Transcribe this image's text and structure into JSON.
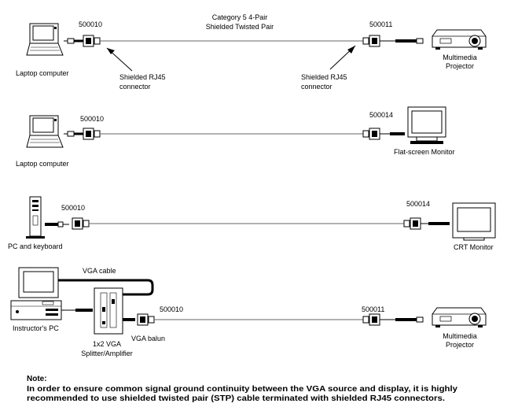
{
  "row1": {
    "device_left": "Laptop computer",
    "part_left": "500010",
    "cable_label_1": "Category 5 4-Pair",
    "cable_label_2": "Shielded Twisted Pair",
    "part_right": "500011",
    "device_right_1": "Multimedia",
    "device_right_2": "Projector",
    "connector_left_1": "Shielded RJ45",
    "connector_left_2": "connector",
    "connector_right_1": "Shielded RJ45",
    "connector_right_2": "connector"
  },
  "row2": {
    "device_left": "Laptop computer",
    "part_left": "500010",
    "part_right": "500014",
    "device_right": "Flat-screen Monitor"
  },
  "row3": {
    "device_left": "PC and keyboard",
    "part_left": "500010",
    "part_right": "500014",
    "device_right": "CRT Monitor"
  },
  "row4": {
    "device_left": "Instructor's PC",
    "vga_cable": "VGA cable",
    "splitter_1": "1x2 VGA",
    "splitter_2": "Splitter/Amplifier",
    "part_left": "500010",
    "balun": "VGA balun",
    "part_right": "500011",
    "device_right_1": "Multimedia",
    "device_right_2": "Projector"
  },
  "note": {
    "heading": "Note:",
    "line1": "In order to ensure common signal ground continuity between the VGA source and display, it is highly",
    "line2": "recommended to use shielded twisted pair (STP) cable terminated with shielded RJ45 connectors."
  }
}
